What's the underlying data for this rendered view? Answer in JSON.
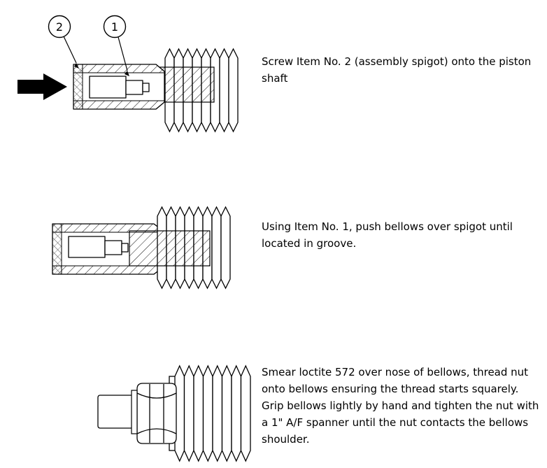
{
  "page": {
    "background_color": "#ffffff",
    "line_color": "#000000"
  },
  "steps": [
    {
      "drawing": "assembly-spigot-on-piston-shaft-with-bellows",
      "callouts": [
        {
          "label": "2"
        },
        {
          "label": "1"
        }
      ],
      "icons": {
        "direction_arrow": "right-block-arrow"
      },
      "text": "Screw Item No. 2 (assembly spigot) onto the piston shaft"
    },
    {
      "drawing": "bellows-pushed-over-spigot",
      "callouts": [],
      "text": "Using Item No. 1, push bellows over spigot until located in groove."
    },
    {
      "drawing": "nut-threaded-onto-bellows",
      "callouts": [],
      "text": "Smear loctite 572 over nose of bellows, thread nut onto bellows ensuring the thread starts squarely. Grip bellows lightly by hand and tighten the nut with a 1\" A/F spanner until the nut contacts the bellows shoulder."
    }
  ]
}
